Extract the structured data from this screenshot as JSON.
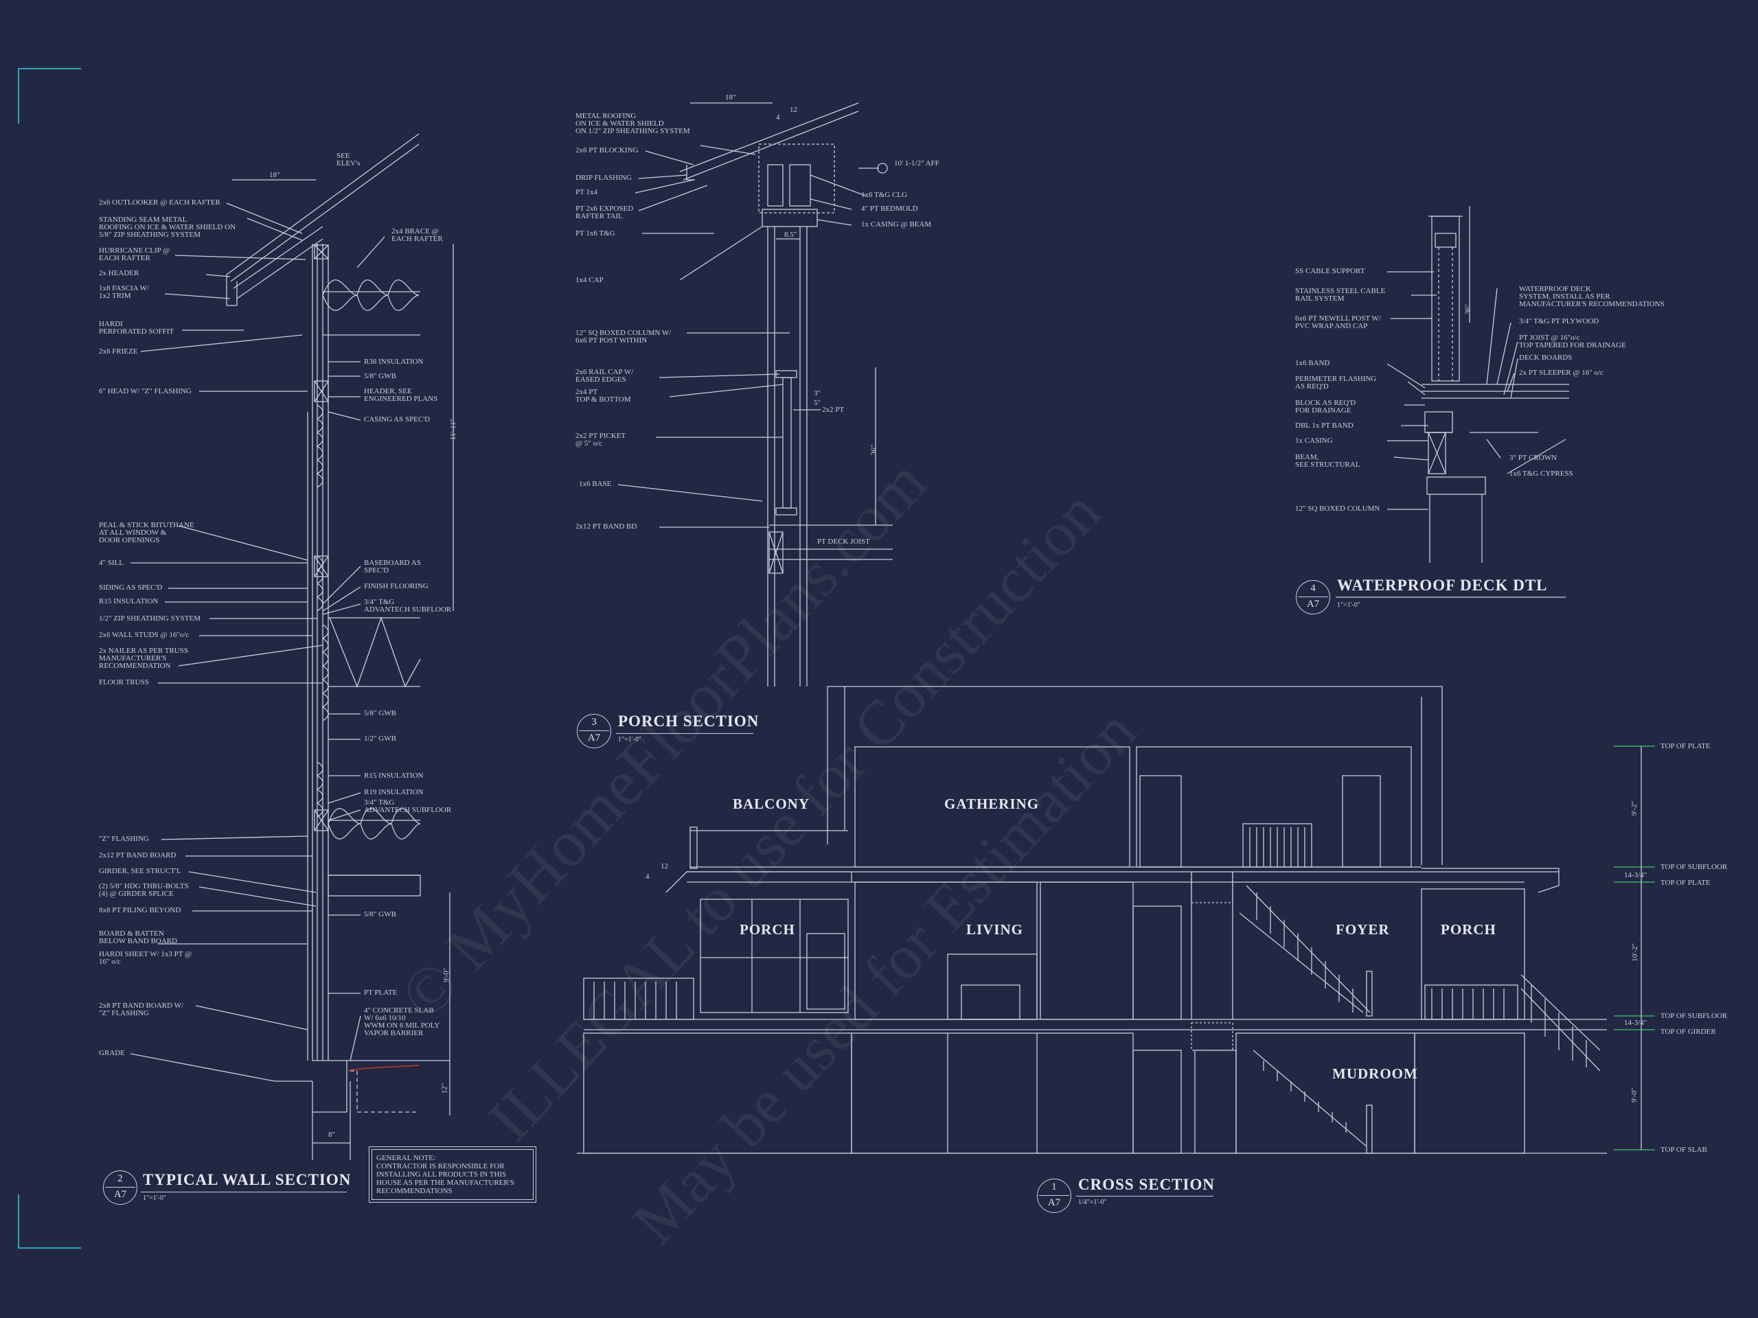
{
  "watermark": {
    "line1": "© MyHomeFloorPlans.com",
    "line2": "ILLEGAL to use for Construction",
    "line3": "May be used for Estimation"
  },
  "wall_section": {
    "title": "TYPICAL WALL SECTION",
    "number": "2",
    "sheet": "A7",
    "scale": "1\"=1'-0\"",
    "dims": [
      "18\"",
      "11'-11\"",
      "9'-0\"",
      "12\"",
      "8\""
    ],
    "see_elev": "SEE\nELEV's",
    "left_labels": [
      "2x6 OUTLOOKER @ EACH RAFTER",
      "STANDING SEAM METAL\nROOFING ON ICE & WATER SHIELD ON\n5/8\" ZIP SHEATHING SYSTEM",
      "HURRICANE CLIP @\nEACH RAFTER",
      "2x HEADER",
      "1x8 FASCIA W/\n1x2 TRIM",
      "HARDI\nPERFORATED SOFFIT",
      "2x6 FRIEZE",
      "6\" HEAD W/ \"Z\" FLASHING",
      "PEAL & STICK BITUTHANE\nAT ALL WINDOW &\nDOOR OPENINGS",
      "4\" SILL",
      "SIDING AS SPEC'D",
      "R15 INSULATION",
      "1/2\" ZIP SHEATHING SYSTEM",
      "2x6 WALL STUDS @ 16\"o/c",
      "2x NAILER AS PER TRUSS\nMANUFACTURER'S\nRECOMMENDATION",
      "FLOOR TRUSS",
      "\"Z\" FLASHING",
      "2x12 PT BAND BOARD",
      "GIRDER, SEE STRUCT'L",
      "(2) 5/8\" HDG THRU-BOLTS\n(4) @ GIRDER SPLICE",
      "8x8 PT PILING BEYOND",
      "BOARD & BATTEN\nBELOW BAND BOARD",
      "HARDI SHEET W/ 1x3 PT @\n16\" o/c",
      "2x8 PT BAND BOARD W/\n\"Z\" FLASHING",
      "GRADE"
    ],
    "right_labels": [
      "2x4 BRACE @\nEACH RAFTER",
      "R38 INSULATION",
      "5/8\" GWB",
      "HEADER, SEE\nENGINEERED PLANS",
      "CASING AS SPEC'D",
      "BASEBOARD AS\nSPEC'D",
      "FINISH FLOORING",
      "3/4\" T&G\nADVANTECH SUBFLOOR",
      "5/8\" GWB",
      "1/2\" GWB",
      "R15 INSULATION",
      "R19 INSULATION",
      "3/4\" T&G\nADVANTECH SUBFLOOR",
      "5/8\" GWB",
      "PT PLATE",
      "4\" CONCRETE SLAB\nW/ 6x6 10/10\nWWM ON 6 MIL POLY\nVAPOR BARRIER"
    ],
    "general_note": "GENERAL NOTE:\nCONTRACTOR IS RESPONSIBLE FOR\nINSTALLING ALL PRODUCTS IN THIS\nHOUSE AS PER THE MANUFACTURER'S\nRECOMMENDATIONS"
  },
  "porch_section": {
    "title": "PORCH SECTION",
    "number": "3",
    "sheet": "A7",
    "scale": "1\"=1'-0\"",
    "dims": [
      "18\"",
      "12",
      "4",
      "8.5\"",
      "36\"",
      "3\"",
      "5\""
    ],
    "left_labels": [
      "METAL ROOFING\nON ICE & WATER SHIELD\nON 1/2\" ZIP SHEATHING SYSTEM",
      "2x6 PT BLOCKING",
      "DRIP FLASHING",
      "PT 1x4",
      "PT 2x6 EXPOSED\nRAFTER TAIL",
      "PT 1x6 T&G",
      "1x4 CAP",
      "12\" SQ BOXED COLUMN W/\n6x6 PT POST WITHIN",
      "2x6 RAIL CAP W/\nEASED EDGES",
      "2x4 PT\nTOP & BOTTOM",
      "2x2 PT PICKET\n@ 5\" o/c",
      "1x6 BASE",
      "2x12 PT BAND BD"
    ],
    "right_labels": [
      "10' 1-1/2\" AFF",
      "1x6 T&G CLG",
      "4\" PT BEDMOLD",
      "1x CASING @ BEAM",
      "2x2 PT",
      "PT DECK JOIST"
    ]
  },
  "deck_detail": {
    "title": "WATERPROOF DECK DTL",
    "number": "4",
    "sheet": "A7",
    "scale": "1\"=1'-0\"",
    "dims": [
      "36\""
    ],
    "left_labels": [
      "SS CABLE SUPPORT",
      "STAINLESS STEEL CABLE\nRAIL SYSTEM",
      "6x6 PT NEWELL POST W/\nPVC WRAP AND CAP",
      "1x6 BAND",
      "PERIMETER FLASHING\nAS REQ'D",
      "BLOCK AS REQ'D\nFOR DRAINAGE",
      "DBL 1x PT BAND",
      "1x CASING",
      "BEAM,\nSEE STRUCTURAL",
      "12\" SQ BOXED COLUMN"
    ],
    "right_labels": [
      "WATERPROOF DECK\nSYSTEM, INSTALL AS PER\nMANUFACTURER'S RECOMMENDATIONS",
      "3/4\" T&G PT PLYWOOD",
      "PT JOIST @ 16\"o/c\nTOP TAPERED FOR DRAINAGE",
      "DECK BOARDS",
      "2x PT SLEEPER @ 16\" o/c",
      "3\" PT CROWN",
      "1x6 T&G CYPRESS"
    ]
  },
  "cross_section": {
    "title": "CROSS SECTION",
    "number": "1",
    "sheet": "A7",
    "scale": "1/4\"=1'-0\"",
    "rooms": [
      "BALCONY",
      "GATHERING",
      "PORCH",
      "LIVING",
      "FOYER",
      "PORCH",
      "MUDROOM"
    ],
    "roof_pitch": [
      "12",
      "4"
    ],
    "levels": [
      "TOP OF PLATE",
      "TOP OF SUBFLOOR",
      "TOP OF PLATE",
      "TOP OF SUBFLOOR",
      "TOP OF GIRDER",
      "TOP OF SLAB"
    ],
    "level_dims": [
      "9'-2\"",
      "14-3/4\"",
      "10'-2\"",
      "14-3/4\"",
      "9'-0\""
    ]
  },
  "colors": {
    "background": "#222843",
    "line": "#c9cde0",
    "accent": "#2ea3b5",
    "level_marker": "#3cc46a",
    "grade_marker": "#c0392b"
  }
}
